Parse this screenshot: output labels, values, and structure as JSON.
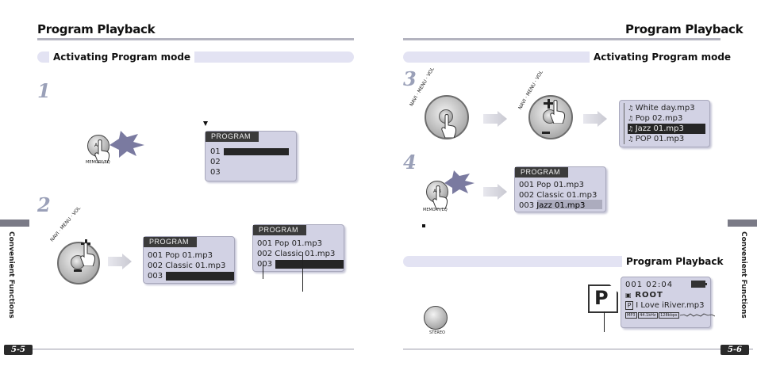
{
  "left_page": {
    "title": "Program Playback",
    "section": "Activating Program mode",
    "step1": "1",
    "step2": "2",
    "button1_label": "A-B",
    "button1_caption": "MEMORY/EQ",
    "navi_label": "NAVI · MENU · VOL",
    "lcd1": {
      "header": "PROGRAM",
      "lines": [
        "01",
        "02",
        "03"
      ]
    },
    "lcd2": {
      "header": "PROGRAM",
      "lines": [
        "001 Pop 01.mp3",
        "002 Classic 01.mp3",
        "003"
      ]
    },
    "lcd3": {
      "header": "PROGRAM",
      "lines": [
        "001 Pop 01.mp3",
        "002 Classic 01.mp3",
        "003"
      ]
    },
    "page_number": "5-5",
    "side_tab": "Convenient Functions"
  },
  "right_page": {
    "title": "Program Playback",
    "section": "Activating Program mode",
    "step3": "3",
    "step4": "4",
    "navi_label": "NAVI · MENU · VOL",
    "file_list": [
      "White day.mp3",
      "Pop 02.mp3",
      "Jazz 01.mp3",
      "POP 01.mp3"
    ],
    "button4_label": "A-B",
    "button4_caption": "MEMORY/EQ",
    "lcd4": {
      "header": "PROGRAM",
      "lines": [
        "001 Pop 01.mp3",
        "002 Classic 01.mp3",
        "003 Jazz 01.mp3"
      ]
    },
    "section2": "Program Playback",
    "stereo_label": "STEREO",
    "program_icon": "P",
    "play_lcd": {
      "counter": "001  02:04",
      "folder": "ROOT",
      "track": "I Love iRiver.mp3",
      "badges": [
        "MP3",
        "44.1kHz",
        "128kbps"
      ]
    },
    "page_number": "5-6",
    "side_tab": "Convenient Functions"
  }
}
